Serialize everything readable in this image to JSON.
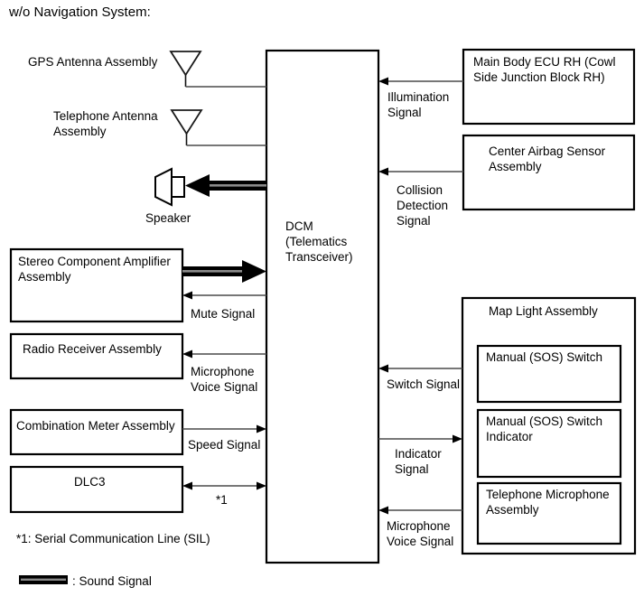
{
  "header": {
    "title": "w/o Navigation System:"
  },
  "center": {
    "dcm_line1": "DCM",
    "dcm_line2": "(Telematics",
    "dcm_line3": "Transceiver)"
  },
  "left_components": {
    "gps_antenna": "GPS Antenna Assembly",
    "telephone_antenna_line1": "Telephone Antenna",
    "telephone_antenna_line2": "Assembly",
    "speaker": "Speaker",
    "amplifier_line1": "Stereo Component Amplifier",
    "amplifier_line2": "Assembly",
    "radio_receiver": "Radio Receiver Assembly",
    "combination_meter": "Combination Meter Assembly",
    "dlc3": "DLC3"
  },
  "right_components": {
    "main_body_ecu_line1": "Main Body ECU RH (Cowl",
    "main_body_ecu_line2": "Side Junction Block RH)",
    "center_airbag_line1": "Center Airbag Sensor",
    "center_airbag_line2": "Assembly",
    "map_light": "Map Light Assembly",
    "sos_switch": "Manual (SOS) Switch",
    "sos_indicator_line1": "Manual (SOS) Switch",
    "sos_indicator_line2": "Indicator",
    "telephone_mic_line1": "Telephone Microphone",
    "telephone_mic_line2": "Assembly"
  },
  "signal_labels": {
    "illumination_line1": "Illumination",
    "illumination_line2": "Signal",
    "collision_line1": "Collision",
    "collision_line2": "Detection",
    "collision_line3": "Signal",
    "mute": "Mute Signal",
    "mic_left_line1": "Microphone",
    "mic_left_line2": "Voice Signal",
    "speed": "Speed Signal",
    "sil_marker": "*1",
    "switch": "Switch Signal",
    "indicator_line1": "Indicator",
    "indicator_line2": "Signal",
    "mic_right_line1": "Microphone",
    "mic_right_line2": "Voice Signal"
  },
  "footnotes": {
    "sil": "*1: Serial Communication Line (SIL)",
    "sound_legend": ": Sound Signal"
  },
  "colors": {
    "background": "#ffffff",
    "stroke": "#000000",
    "line": "#4a4a4a",
    "sound_gap": "#8a8a8a"
  }
}
